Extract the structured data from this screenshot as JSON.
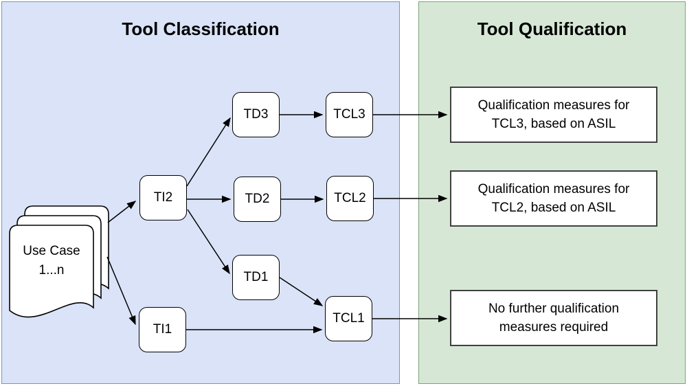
{
  "diagram": {
    "type": "flowchart",
    "panels": {
      "classification": {
        "title": "Tool Classification",
        "fill": "#dae3f7",
        "border": "#8090bb"
      },
      "qualification": {
        "title": "Tool Qualification",
        "fill": "#d6e8d5",
        "border": "#7fa07d"
      }
    },
    "use_case": {
      "line1": "Use Case",
      "line2": "1...n"
    },
    "nodes": {
      "ti2": "TI2",
      "ti1": "TI1",
      "td3": "TD3",
      "td2": "TD2",
      "td1": "TD1",
      "tcl3": "TCL3",
      "tcl2": "TCL2",
      "tcl1": "TCL1"
    },
    "qualification_boxes": [
      {
        "line1": "Qualification measures for",
        "line2": "TCL3, based on ASIL"
      },
      {
        "line1": "Qualification measures for",
        "line2": "TCL2, based on ASIL"
      },
      {
        "line1": "No further qualification",
        "line2": "measures required"
      }
    ],
    "edges": [
      {
        "from": "Use Case 1...n",
        "to": "TI2"
      },
      {
        "from": "Use Case 1...n",
        "to": "TI1"
      },
      {
        "from": "TI2",
        "to": "TD3"
      },
      {
        "from": "TI2",
        "to": "TD2"
      },
      {
        "from": "TI2",
        "to": "TD1"
      },
      {
        "from": "TD3",
        "to": "TCL3"
      },
      {
        "from": "TD2",
        "to": "TCL2"
      },
      {
        "from": "TD1",
        "to": "TCL1"
      },
      {
        "from": "TI1",
        "to": "TCL1"
      },
      {
        "from": "TCL3",
        "to": "Qualification measures for TCL3, based on ASIL"
      },
      {
        "from": "TCL2",
        "to": "Qualification measures for TCL2, based on ASIL"
      },
      {
        "from": "TCL1",
        "to": "No further qualification measures required"
      }
    ],
    "colors": {
      "node_fill": "#ffffff",
      "node_border": "#000000",
      "qual_box_border": "#404040",
      "edge": "#000000",
      "text": "#000000"
    }
  }
}
